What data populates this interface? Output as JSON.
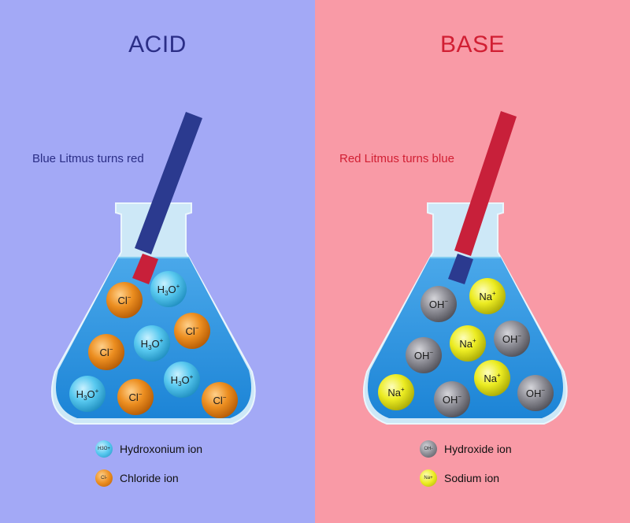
{
  "acid": {
    "title": "ACID",
    "caption": "Blue Litmus turns red",
    "legend": [
      {
        "label": "Hydroxonium ion",
        "icon_text": "H3O+",
        "color": "#49c3ec"
      },
      {
        "label": "Chloride ion",
        "icon_text": "Cl-",
        "color": "#e68a1a"
      }
    ]
  },
  "base": {
    "title": "BASE",
    "caption": "Red Litmus turns blue",
    "legend": [
      {
        "label": "Hydroxide ion",
        "icon_text": "OH-",
        "color": "#8d8d95"
      },
      {
        "label": "Sodium ion",
        "icon_text": "Na+",
        "color": "#e2e21b"
      }
    ]
  },
  "ions": {
    "h3o": {
      "main": "H",
      "sub": "3",
      "end": "O",
      "sup": "+"
    },
    "cl": {
      "main": "Cl",
      "sup": "−"
    },
    "oh": {
      "main": "OH",
      "sup": "−"
    },
    "na": {
      "main": "Na",
      "sup": "+"
    }
  },
  "colors": {
    "acid_background": "#a3a9f6",
    "base_background": "#f99aa6",
    "solution": "#3a9be0",
    "flask_glass": "#cde8f7",
    "litmus_blue": "#2b3a8f",
    "litmus_red": "#c8203a"
  }
}
